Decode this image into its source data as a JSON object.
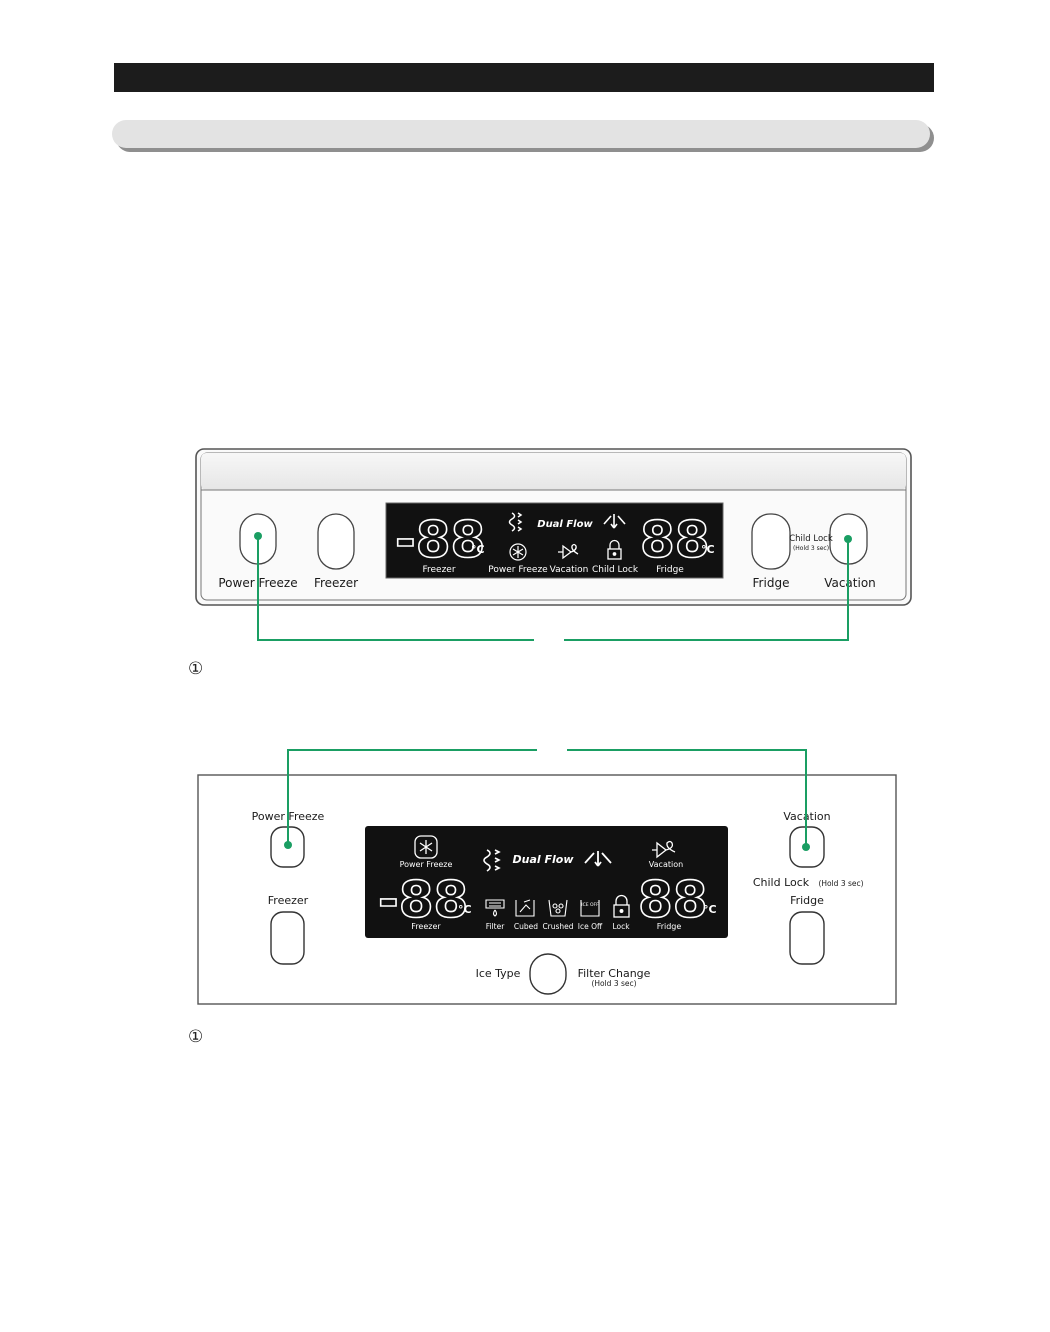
{
  "panel1": {
    "buttons": {
      "power_freeze": "Power Freeze",
      "freezer": "Freezer",
      "fridge": "Fridge",
      "vacation": "Vacation"
    },
    "child_lock": {
      "line1": "Child Lock",
      "line2": "(Hold 3 sec)"
    },
    "display": {
      "freezer_temp": "-88",
      "fridge_temp": "88",
      "unit": "°C",
      "dual_flow": "Dual Flow",
      "labels": {
        "freezer": "Freezer",
        "power_freeze": "Power Freeze",
        "vacation": "Vacation",
        "child_lock": "Child Lock",
        "fridge": "Fridge"
      }
    }
  },
  "panel2": {
    "buttons": {
      "power_freeze": "Power Freeze",
      "freezer": "Freezer",
      "vacation": "Vacation",
      "fridge": "Fridge",
      "ice_type": "Ice Type",
      "filter_change": "Filter Change"
    },
    "child_lock": "Child Lock",
    "child_lock_hold": "(Hold 3 sec)",
    "filter_change_hold": "(Hold 3 sec)",
    "display": {
      "power_freeze": "Power Freeze",
      "dual_flow": "Dual Flow",
      "vacation": "Vacation",
      "freezer_temp": "-88",
      "fridge_temp": "88",
      "unit": "°C",
      "labels": {
        "freezer": "Freezer",
        "filter": "Filter",
        "cubed": "Cubed",
        "crushed": "Crushed",
        "ice_off": "Ice Off",
        "lock": "Lock",
        "fridge": "Fridge"
      },
      "ice_off_icon_text": "ICE OFF"
    }
  },
  "notes": {
    "marker1": "①",
    "marker2": "①"
  },
  "colors": {
    "accent_line": "#1a9e63",
    "display_bg": "#111111",
    "panel_border": "#555555"
  },
  "icons": [
    "snowflake-icon",
    "dual-flow-icon",
    "vacation-plug-icon",
    "lock-icon",
    "filter-icon",
    "cubed-ice-icon",
    "crushed-ice-icon",
    "ice-off-icon"
  ]
}
